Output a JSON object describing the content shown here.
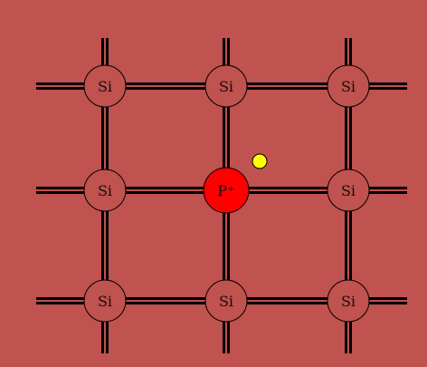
{
  "colors": {
    "background": "#c0524f",
    "bond": "#000000",
    "atom_fill": "#c0524f",
    "atom_stroke": "#000000",
    "dopant_fill": "#ff0000",
    "electron_fill": "#ffff00"
  },
  "lattice": {
    "rows": [
      [
        "Si",
        "Si",
        "Si"
      ],
      [
        "Si",
        "P⁺",
        "Si"
      ],
      [
        "Si",
        "Si",
        "Si"
      ]
    ],
    "dopant": {
      "row": 1,
      "col": 1
    }
  },
  "electron": {
    "icon": "free-electron-dot"
  }
}
